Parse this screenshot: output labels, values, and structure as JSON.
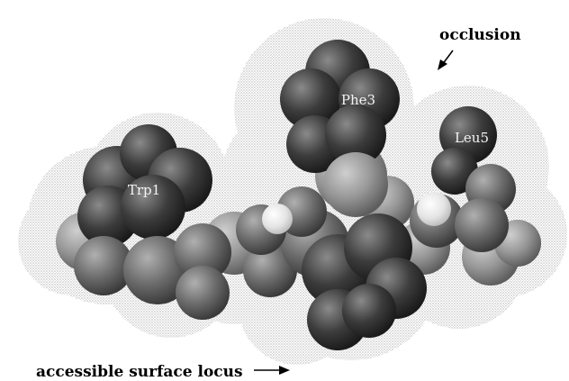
{
  "figure": {
    "residue_labels": {
      "trp": "Trp1",
      "phe": "Phe3",
      "leu": "Leu5"
    },
    "annotations": {
      "occlusion": "occlusion",
      "surface": "accessible surface locus"
    },
    "colors": {
      "background": "#ffffff",
      "surface_dots": "#9a9a9a",
      "atom_dark": "#3a3a3a",
      "atom_mid": "#6f6f6f",
      "atom_light": "#9c9c9c",
      "hydrogen": "#e6e6e6",
      "label_text": "#f2f2f2",
      "annotation_text": "#000000"
    }
  }
}
